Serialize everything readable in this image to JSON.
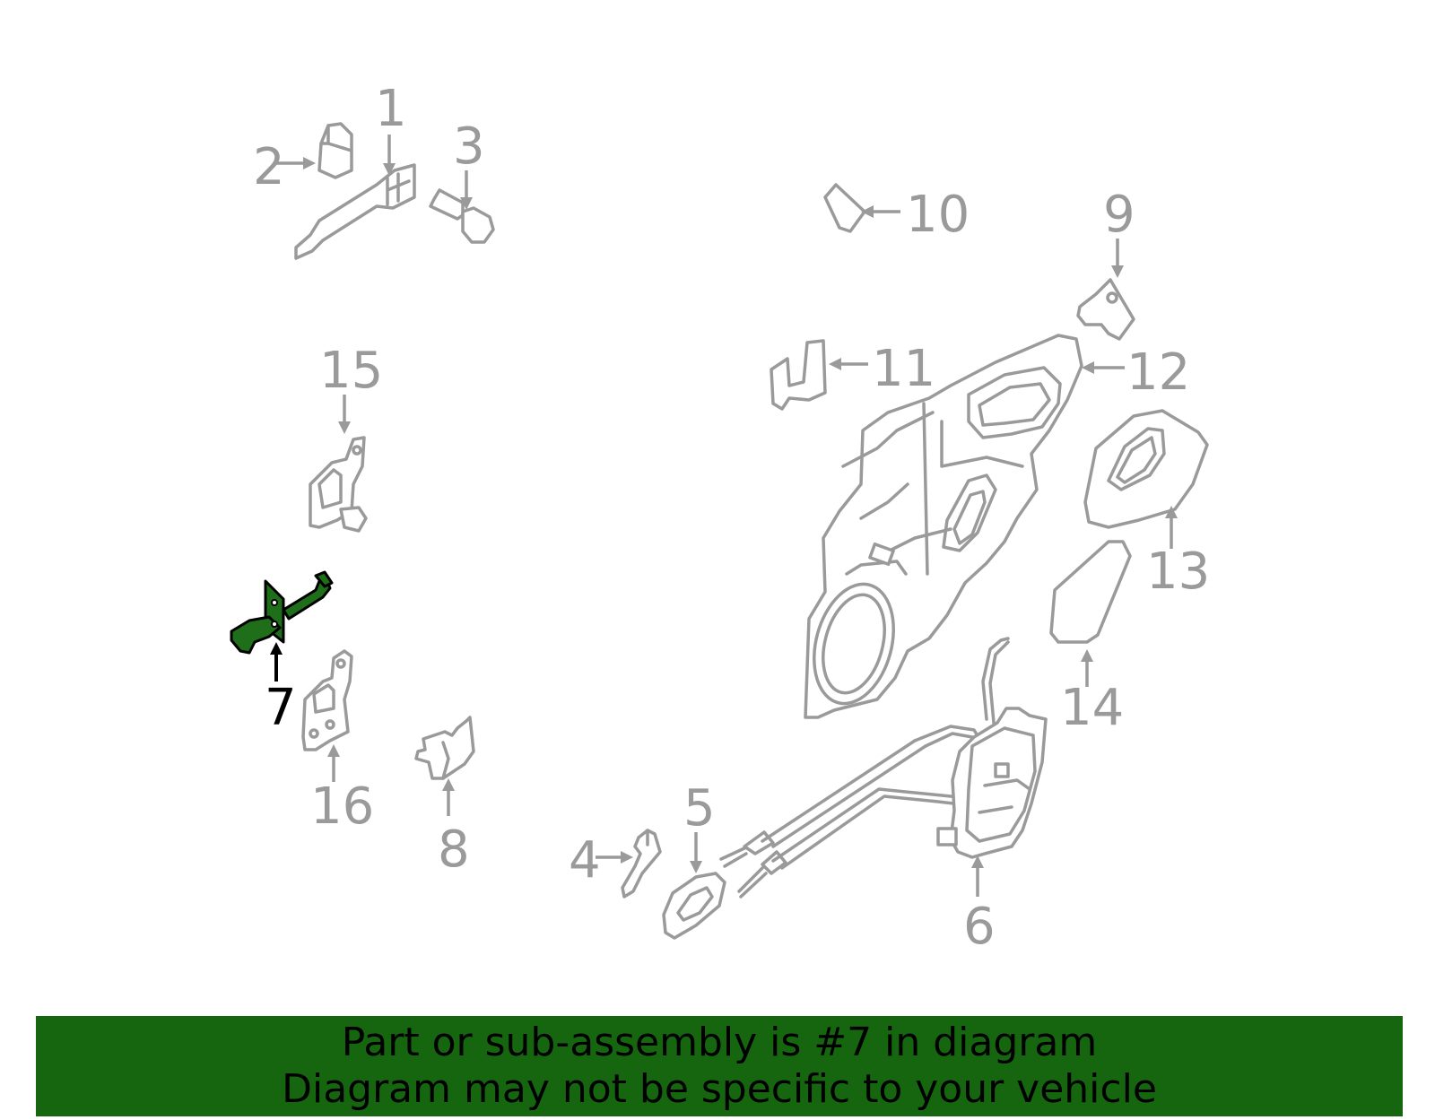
{
  "labels": {
    "p1": "1",
    "p2": "2",
    "p3": "3",
    "p4": "4",
    "p5": "5",
    "p6": "6",
    "p7": "7",
    "p8": "8",
    "p9": "9",
    "p10": "10",
    "p11": "11",
    "p12": "12",
    "p13": "13",
    "p14": "14",
    "p15": "15",
    "p16": "16"
  },
  "highlighted_part": "7",
  "colors": {
    "part_stroke": "#9a9a9a",
    "highlight_fill": "#1e6e1a",
    "banner_bg": "#15660f"
  },
  "banner": {
    "line1": "Part or sub-assembly is #7 in diagram",
    "line2": "Diagram may not be specific to your vehicle"
  }
}
